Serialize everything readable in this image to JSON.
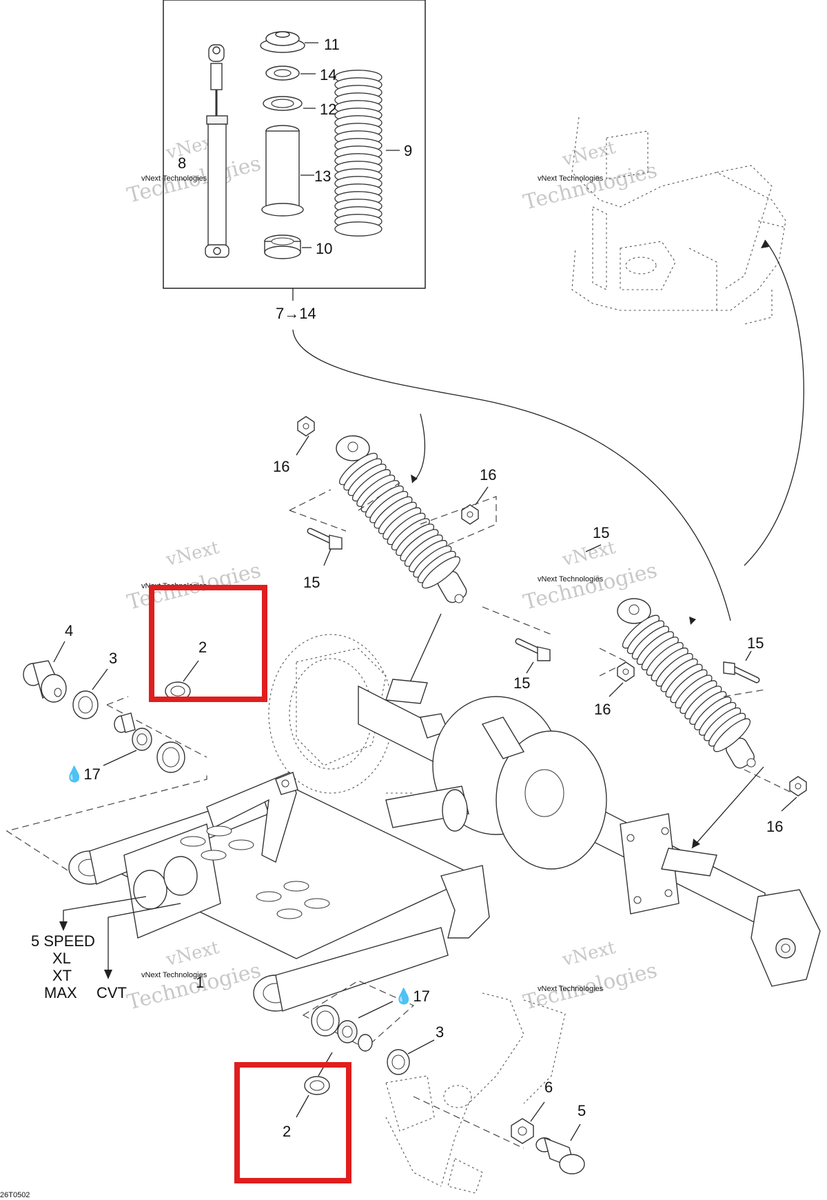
{
  "diagram_code": "26T0502",
  "watermark": {
    "line1": "vNext",
    "line2": "Technologies"
  },
  "callouts": {
    "c2_top": "2",
    "c2_bottom": "2",
    "c3_left": "3",
    "c3_right": "3",
    "c4": "4",
    "c5": "5",
    "c6": "6",
    "c8": "8",
    "c9": "9",
    "c10": "10",
    "c11": "11",
    "c12": "12",
    "c13": "13",
    "c14": "14",
    "c15_a": "15",
    "c15_b": "15",
    "c15_c": "15",
    "c15_d": "15",
    "c16_a": "16",
    "c16_b": "16",
    "c16_c": "16",
    "c16_d": "16",
    "c17_left": "17",
    "c17_right": "17",
    "c1": "1",
    "kit_range": "7→14"
  },
  "variants": {
    "five_speed": [
      "5 SPEED",
      "XL",
      "XT",
      "MAX"
    ],
    "cvt": "CVT"
  },
  "colors": {
    "highlight": "#e01e1e",
    "line": "#222222",
    "watermark": "#c8c8c8"
  }
}
